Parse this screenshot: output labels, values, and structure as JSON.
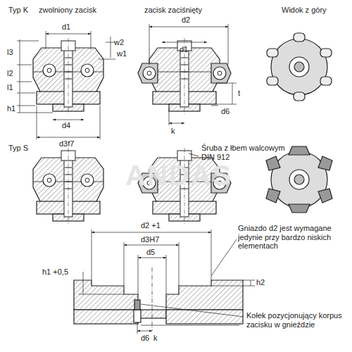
{
  "diagram": {
    "labels": [
      "Typ K",
      "zwolniony zacisk",
      "zacisk zaciśnięty",
      "Widok z góry",
      "d1",
      "l3",
      "l2",
      "l1",
      "h1",
      "d4",
      "d3f7",
      "w2",
      "w1",
      "d2",
      "d1",
      "t",
      "d6",
      "k",
      "Typ S",
      "Śruba z łbem walcowym DIN 912",
      "ANDAS",
      "d2 +1",
      "d3H7",
      "d5",
      "h1 +0,5",
      "h2",
      "d6",
      "k",
      "Gniazdo d2 jest wymagane jedynie przy bardzo niskich elementach",
      "Kołek pozycjonujący korpus zacisku w gnieździe"
    ]
  }
}
